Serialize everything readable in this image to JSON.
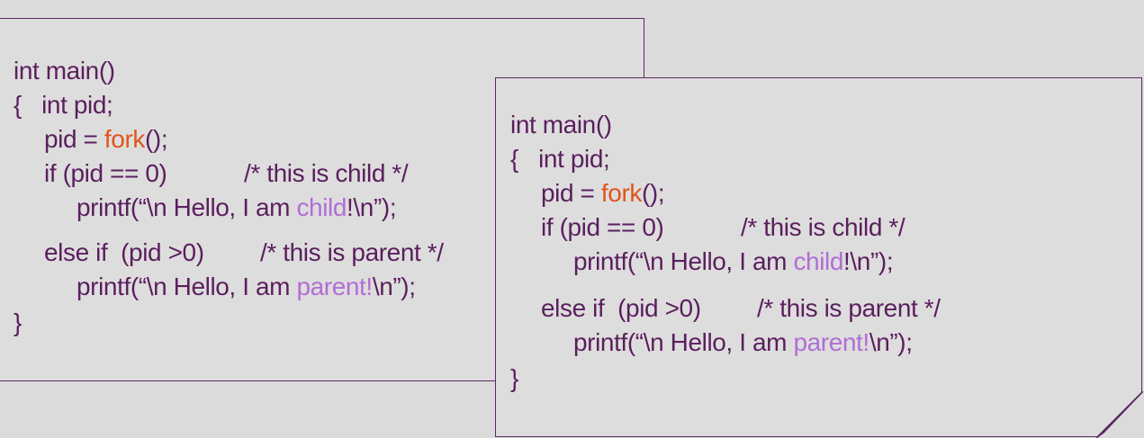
{
  "snippets": [
    {
      "id": "left",
      "lines": {
        "l1": "int main()",
        "l2": "{   int pid;",
        "l3_pre": "pid = ",
        "l3_fork": "fork",
        "l3_post": "();",
        "l4_code": "if (pid == 0)",
        "l4_comment": "/* this is child */",
        "l5_pre": "printf(“\\n Hello, I am ",
        "l5_word": "child",
        "l5_bang": "!",
        "l5_post": "\\n”);",
        "l6_code": "else if  (pid >0)",
        "l6_comment": "/* this is parent */",
        "l7_pre": "printf(“\\n Hello, I am ",
        "l7_word": "parent!",
        "l7_post": "\\n”);",
        "l8": "}"
      }
    },
    {
      "id": "right",
      "lines": {
        "l1": "int main()",
        "l2": "{   int pid;",
        "l3_pre": "pid = ",
        "l3_fork": "fork",
        "l3_post": "();",
        "l4_code": "if (pid == 0)",
        "l4_comment": "/* this is child */",
        "l5_pre": "printf(“\\n Hello, I am ",
        "l5_word": "child",
        "l5_bang": "!",
        "l5_post": "\\n”);",
        "l6_code": "else if  (pid >0)",
        "l6_comment": "/* this is parent */",
        "l7_pre": "printf(“\\n Hello, I am ",
        "l7_word": "parent!",
        "l7_post": "\\n”);",
        "l8": "}"
      }
    }
  ],
  "colors": {
    "code_text": "#5a1f5e",
    "fork_highlight": "#e0541c",
    "child_parent_highlight": "#b06ed6",
    "border": "#5a2a63",
    "background": "#dcdbdb"
  }
}
